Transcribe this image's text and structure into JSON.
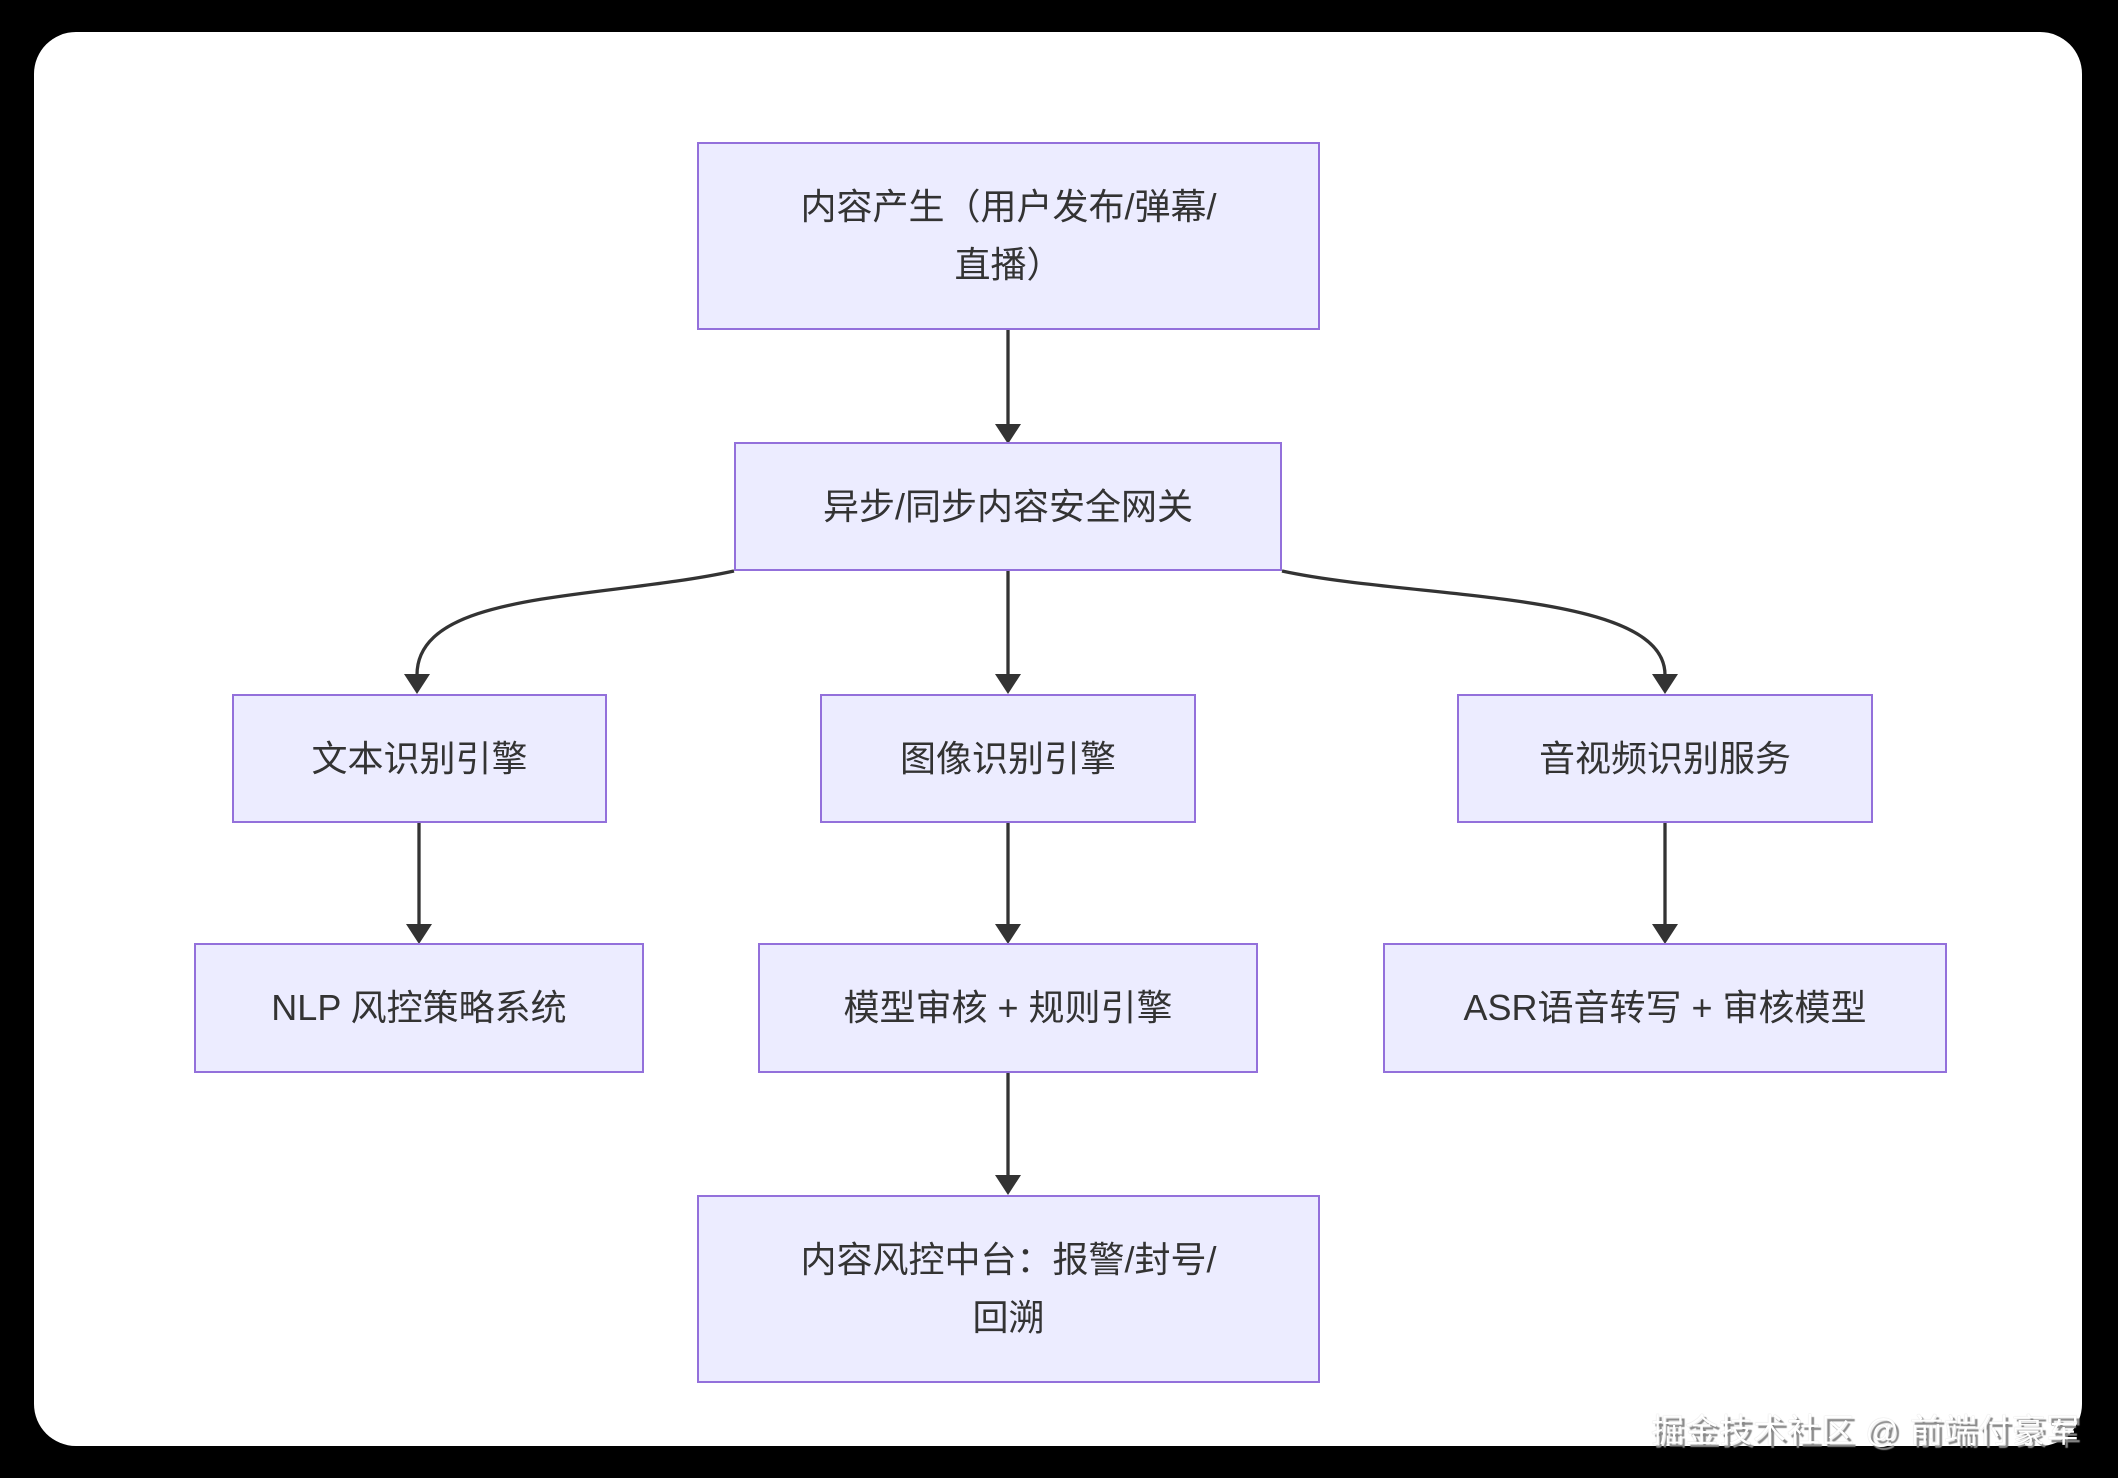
{
  "diagram": {
    "type": "flowchart",
    "direction": "top-down",
    "nodes": [
      {
        "id": "source",
        "lines": [
          "内容产生（用户发布/弹幕/",
          "直播）"
        ]
      },
      {
        "id": "gateway",
        "lines": [
          "异步/同步内容安全网关"
        ]
      },
      {
        "id": "text_engine",
        "lines": [
          "文本识别引擎"
        ]
      },
      {
        "id": "image_engine",
        "lines": [
          "图像识别引擎"
        ]
      },
      {
        "id": "av_service",
        "lines": [
          "音视频识别服务"
        ]
      },
      {
        "id": "nlp_system",
        "lines": [
          "NLP 风控策略系统"
        ]
      },
      {
        "id": "model_rule_engine",
        "lines": [
          "模型审核 + 规则引擎"
        ]
      },
      {
        "id": "asr_review",
        "lines": [
          "ASR语音转写 + 审核模型"
        ]
      },
      {
        "id": "risk_center",
        "lines": [
          "内容风控中台：报警/封号/",
          "回溯"
        ]
      }
    ],
    "edges": [
      {
        "from": "source",
        "to": "gateway"
      },
      {
        "from": "gateway",
        "to": "text_engine"
      },
      {
        "from": "gateway",
        "to": "image_engine"
      },
      {
        "from": "gateway",
        "to": "av_service"
      },
      {
        "from": "text_engine",
        "to": "nlp_system"
      },
      {
        "from": "image_engine",
        "to": "model_rule_engine"
      },
      {
        "from": "av_service",
        "to": "asr_review"
      },
      {
        "from": "model_rule_engine",
        "to": "risk_center"
      }
    ]
  },
  "watermark": {
    "text": "掘金技术社区 @ 前端付豪军"
  },
  "theme": {
    "page_bg": "#000000",
    "surface_bg": "#ffffff",
    "node_fill": "#ECECFF",
    "node_border": "#9370DB",
    "edge_color": "#333333",
    "text_color": "#333333",
    "watermark_color": "#ffffff",
    "watermark_shadow": "#8a8a8a"
  }
}
